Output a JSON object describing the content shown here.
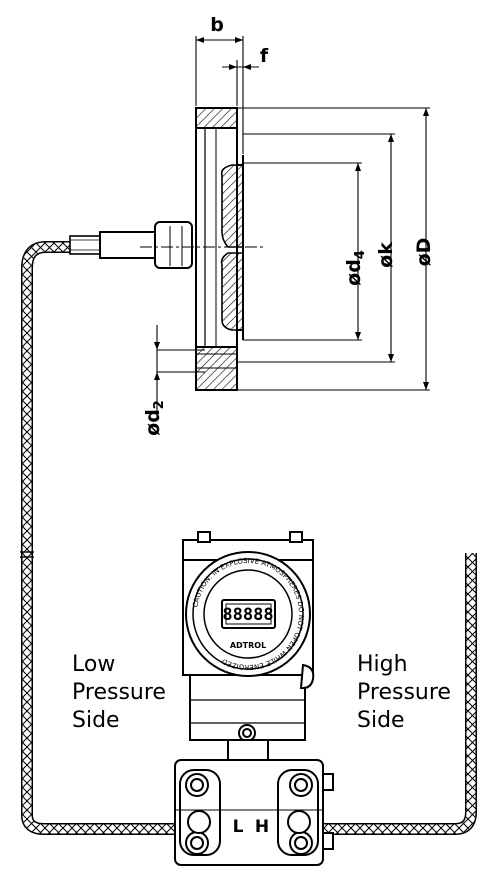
{
  "dimensions": {
    "b": "b",
    "f": "f",
    "d4_prefix": "ød",
    "d4_sub": "4",
    "k": "øk",
    "D": "øD",
    "d2_prefix": "ød",
    "d2_sub": "2"
  },
  "labels": {
    "low_line1": "Low",
    "low_line2": "Pressure",
    "low_line3": "Side",
    "high_line1": "High",
    "high_line2": "Pressure",
    "high_line3": "Side"
  },
  "transmitter": {
    "display_value": "88888",
    "brand": "ADTROL",
    "ring_text": "CAUTION: IN EXPLOSIVE ATMOSPHERES DO NOT OPEN WHILE ENERGIZED",
    "port_low": "L",
    "port_high": "H"
  }
}
